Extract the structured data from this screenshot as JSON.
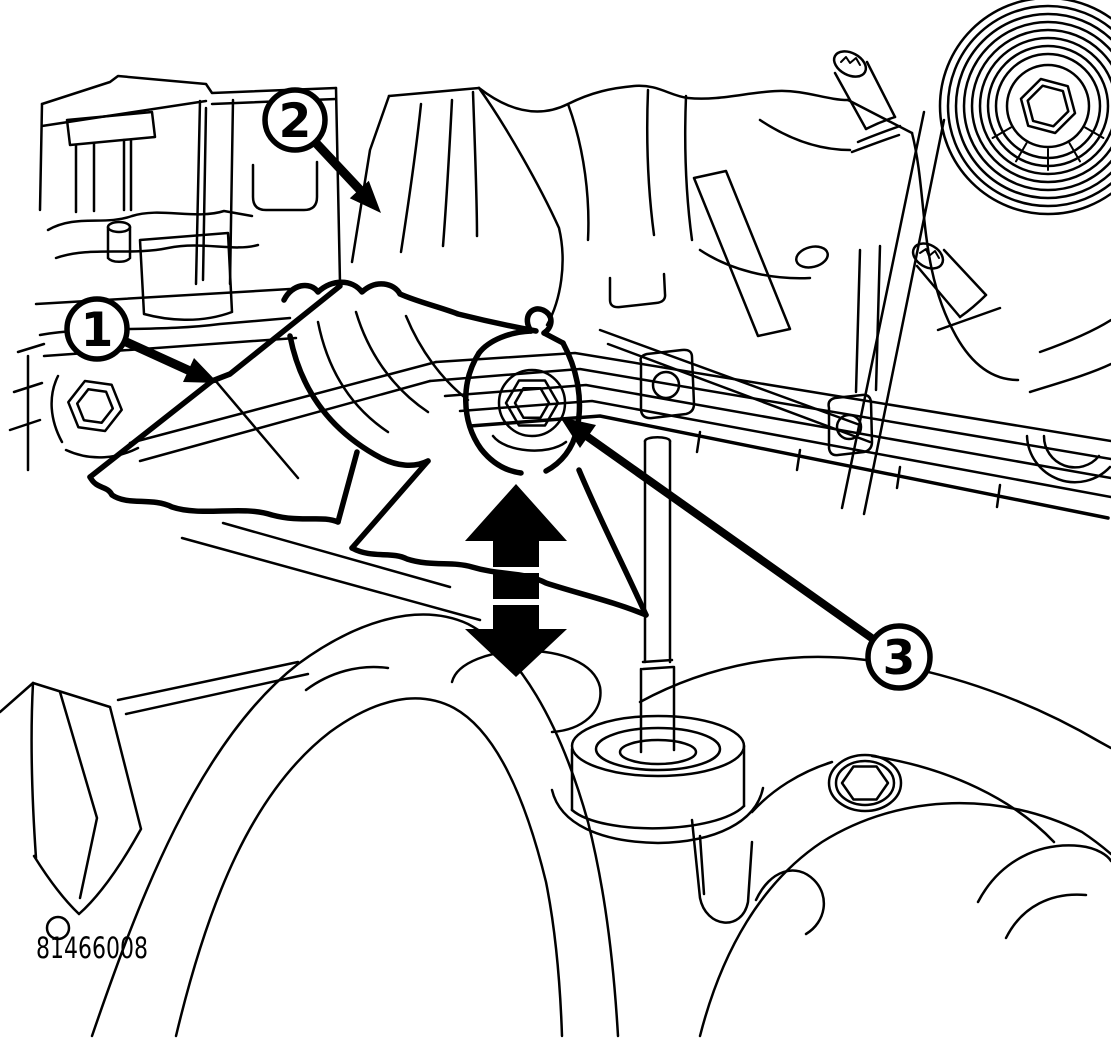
{
  "figure": {
    "code": "81466008",
    "description": "Engine mount service illustration with numbered callouts"
  },
  "callouts": {
    "c1": "1",
    "c2": "2",
    "c3": "3"
  },
  "motion_arrow": {
    "direction": "up-down"
  },
  "colors": {
    "ink": "#000000",
    "paper": "#ffffff"
  }
}
